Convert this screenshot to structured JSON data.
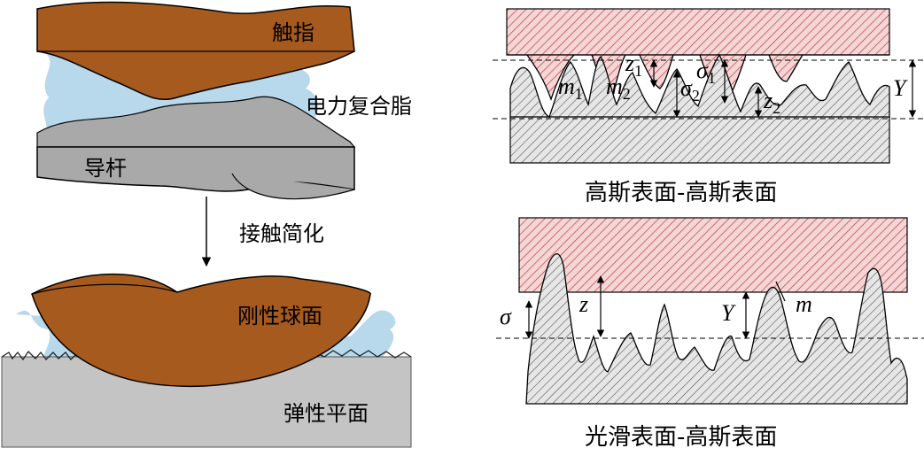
{
  "left": {
    "finger_label": "触指",
    "grease_label": "电力复合脂",
    "rod_label": "导杆",
    "simplify_label": "接触简化",
    "sphere_label": "刚性球面",
    "plane_label": "弹性平面"
  },
  "right_top": {
    "caption": "高斯表面-高斯表面",
    "sym_m1": "m",
    "sym_m1_sub": "1",
    "sym_m2": "m",
    "sym_m2_sub": "2",
    "sym_z1": "z",
    "sym_z1_sub": "1",
    "sym_sigma1": "σ",
    "sym_sigma1_sub": "1",
    "sym_sigma2": "σ",
    "sym_sigma2_sub": "2",
    "sym_z2": "z",
    "sym_z2_sub": "2",
    "sym_Y": "Y"
  },
  "right_bottom": {
    "caption": "光滑表面-高斯表面",
    "sym_sigma": "σ",
    "sym_z": "z",
    "sym_Y": "Y",
    "sym_m": "m"
  },
  "colors": {
    "copper": "#A65A1E",
    "rod_gray": "#A9A9A9",
    "grease_blue": "#B8D8EC",
    "plane_gray": "#C4C4C4",
    "red_hatch": "#C0393D",
    "gray_hatch": "#555555"
  }
}
